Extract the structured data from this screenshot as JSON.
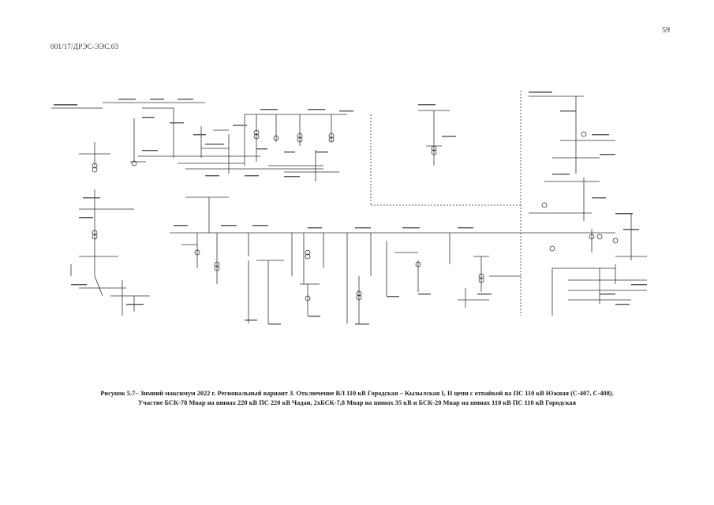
{
  "header": {
    "page_number": "59",
    "doc_code": "001/17/ДРЭС-ЭЭС.03"
  },
  "caption": {
    "line1": "Рисунок 5.7– Зимний максимум 2022 г. Региональный вариант 3. Отключение ВЛ 110 кВ Городская – Кызылская I, II цепи с отпайкой на ПС 110 кВ Южная (С-407, С-408).",
    "line2": "Участие БСК-78 Мвар на шинах 220 кВ ПС 220 кВ Чадан, 2хБСК-7,8 Мвар на шинах 35 кВ и БСК-20 Мвар на шинах 110 кВ ПС 110 кВ Городская"
  },
  "colors": {
    "ink": "#222222",
    "background": "#ffffff"
  }
}
